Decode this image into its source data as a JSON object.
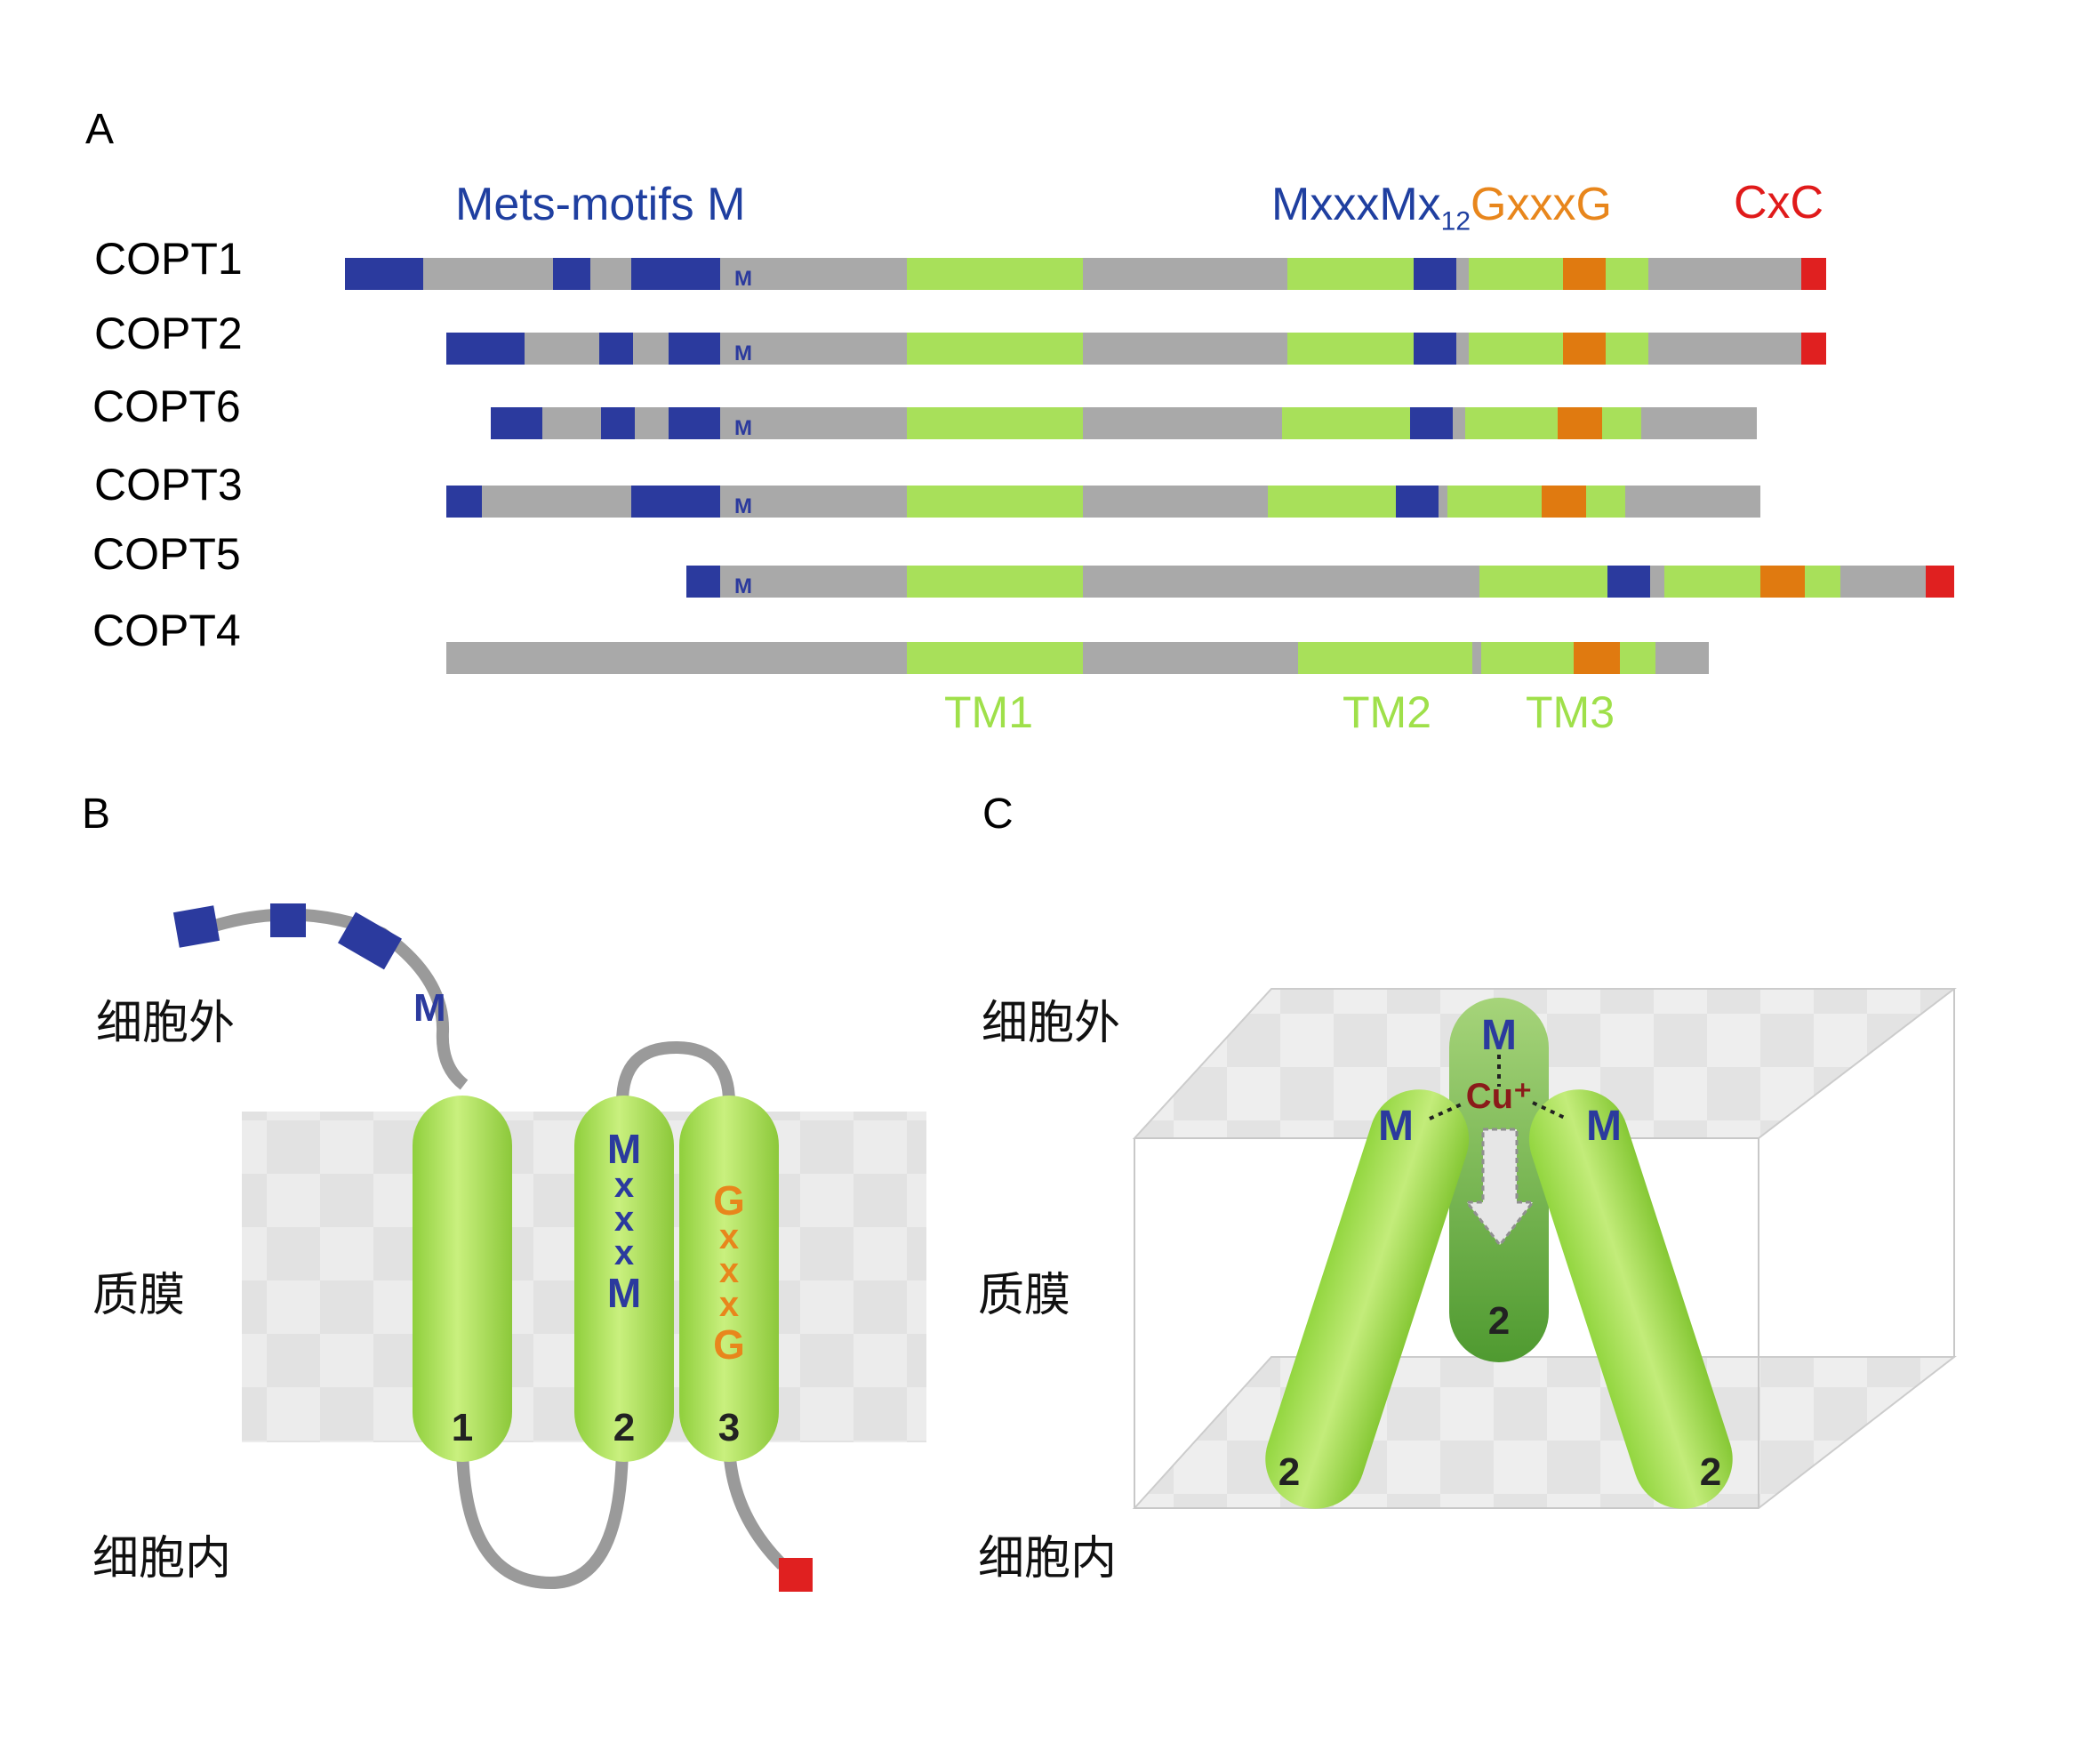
{
  "panels": {
    "a": "A",
    "b": "B",
    "c": "C"
  },
  "headers": {
    "mets": "Mets-motifs M",
    "mxxxm": "MxxxMx",
    "sub12": "12",
    "gxxxg": "GxxxG",
    "cxc": "CxC"
  },
  "rows": [
    {
      "name": "COPT1"
    },
    {
      "name": "COPT2"
    },
    {
      "name": "COPT6"
    },
    {
      "name": "COPT3"
    },
    {
      "name": "COPT5"
    },
    {
      "name": "COPT4"
    }
  ],
  "tm_labels": {
    "tm1": "TM1",
    "tm2": "TM2",
    "tm3": "TM3"
  },
  "m_small": "M",
  "panel_b": {
    "outside": "细胞外",
    "membrane": "质膜",
    "inside": "细胞内",
    "m_label": "M",
    "helix1": "1",
    "helix2": "2",
    "helix3": "3",
    "h2_motif": [
      "M",
      "x",
      "x",
      "x",
      "M"
    ],
    "h3_motif": [
      "G",
      "x",
      "x",
      "x",
      "G"
    ]
  },
  "panel_c": {
    "outside": "细胞外",
    "membrane": "质膜",
    "inside": "细胞内",
    "m_top": "M",
    "m_left": "M",
    "m_right": "M",
    "cu": "Cu⁺",
    "h_center": "2",
    "h_left": "2",
    "h_right": "2"
  },
  "colors": {
    "blue": "#2b3a9e",
    "gray": "#a9a9a9",
    "green": "#a8e05a",
    "orange": "#e07a10",
    "red": "#e02020",
    "header_blue": "#1f3fa0",
    "header_orange": "#e8861c",
    "header_red": "#e01a1a"
  }
}
